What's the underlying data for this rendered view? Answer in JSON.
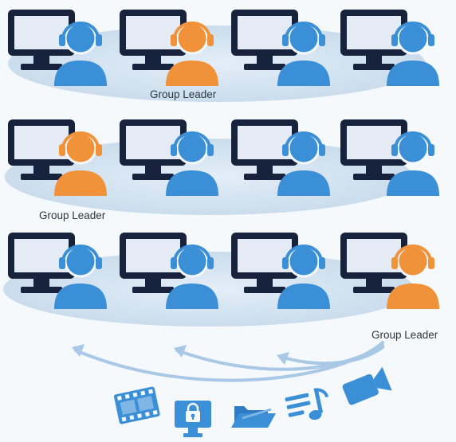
{
  "colors": {
    "background": "#f5f9fc",
    "monitor_frame": "#17223d",
    "monitor_screen": "#e4ebf5",
    "member": "#3a8fd6",
    "member_dark": "#1f6fb8",
    "leader": "#f0923a",
    "ellipse_fill": "#d3e2ef",
    "arrow": "#a9c8e6",
    "media_icons": "#3a8fd6"
  },
  "rows": [
    {
      "id": "row-1",
      "leader_index": 1,
      "leader_label": "Group Leader",
      "stations": [
        "member",
        "leader",
        "member",
        "member"
      ]
    },
    {
      "id": "row-2",
      "leader_index": 0,
      "leader_label": "Group Leader",
      "stations": [
        "leader",
        "member",
        "member",
        "member"
      ]
    },
    {
      "id": "row-3",
      "leader_index": 3,
      "leader_label": "Group Leader",
      "stations": [
        "member",
        "member",
        "member",
        "leader"
      ]
    }
  ],
  "media_icons": [
    "film-strip-icon",
    "lock-screen-icon",
    "folder-icon",
    "playlist-music-icon",
    "video-camera-icon"
  ]
}
